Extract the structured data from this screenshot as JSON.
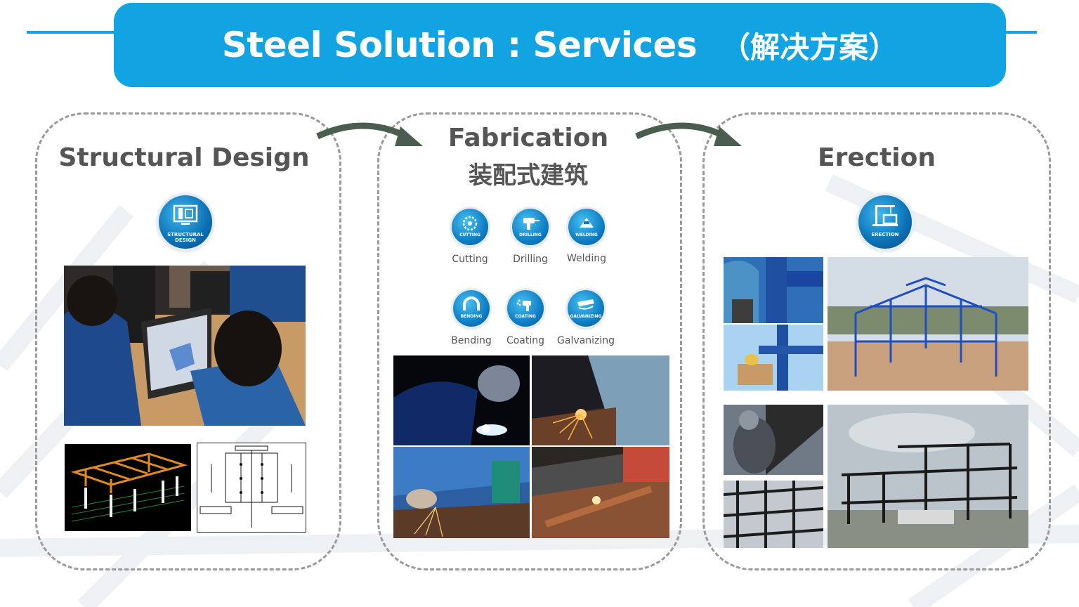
{
  "header": {
    "title": "Steel Solution : Services",
    "subtitle": "（解决方案）"
  },
  "panels": {
    "design": {
      "title": "Structural Design",
      "badge": "STRUCTURAL DESIGN",
      "icon": "structural-design-icon"
    },
    "fabrication": {
      "title": "Fabrication",
      "title_cn": "装配式建筑",
      "processes": [
        {
          "label": "Cutting",
          "badge": "CUTTING",
          "icon": "cutting-icon"
        },
        {
          "label": "Drilling",
          "badge": "DRILLING",
          "icon": "drilling-icon"
        },
        {
          "label": "Welding",
          "badge": "WELDING",
          "icon": "welding-icon"
        },
        {
          "label": "Bending",
          "badge": "BENDING",
          "icon": "bending-icon"
        },
        {
          "label": "Coating",
          "badge": "COATING",
          "icon": "coating-icon"
        },
        {
          "label": "Galvanizing",
          "badge": "GALVANIZING",
          "icon": "galvanizing-icon"
        }
      ]
    },
    "erection": {
      "title": "Erection",
      "badge": "ERECTION",
      "icon": "erection-icon"
    }
  },
  "colors": {
    "banner": "#12a4e2",
    "panel_border": "#9a9a9a",
    "title_text": "#555555",
    "arrow": "#4a5d4f"
  }
}
